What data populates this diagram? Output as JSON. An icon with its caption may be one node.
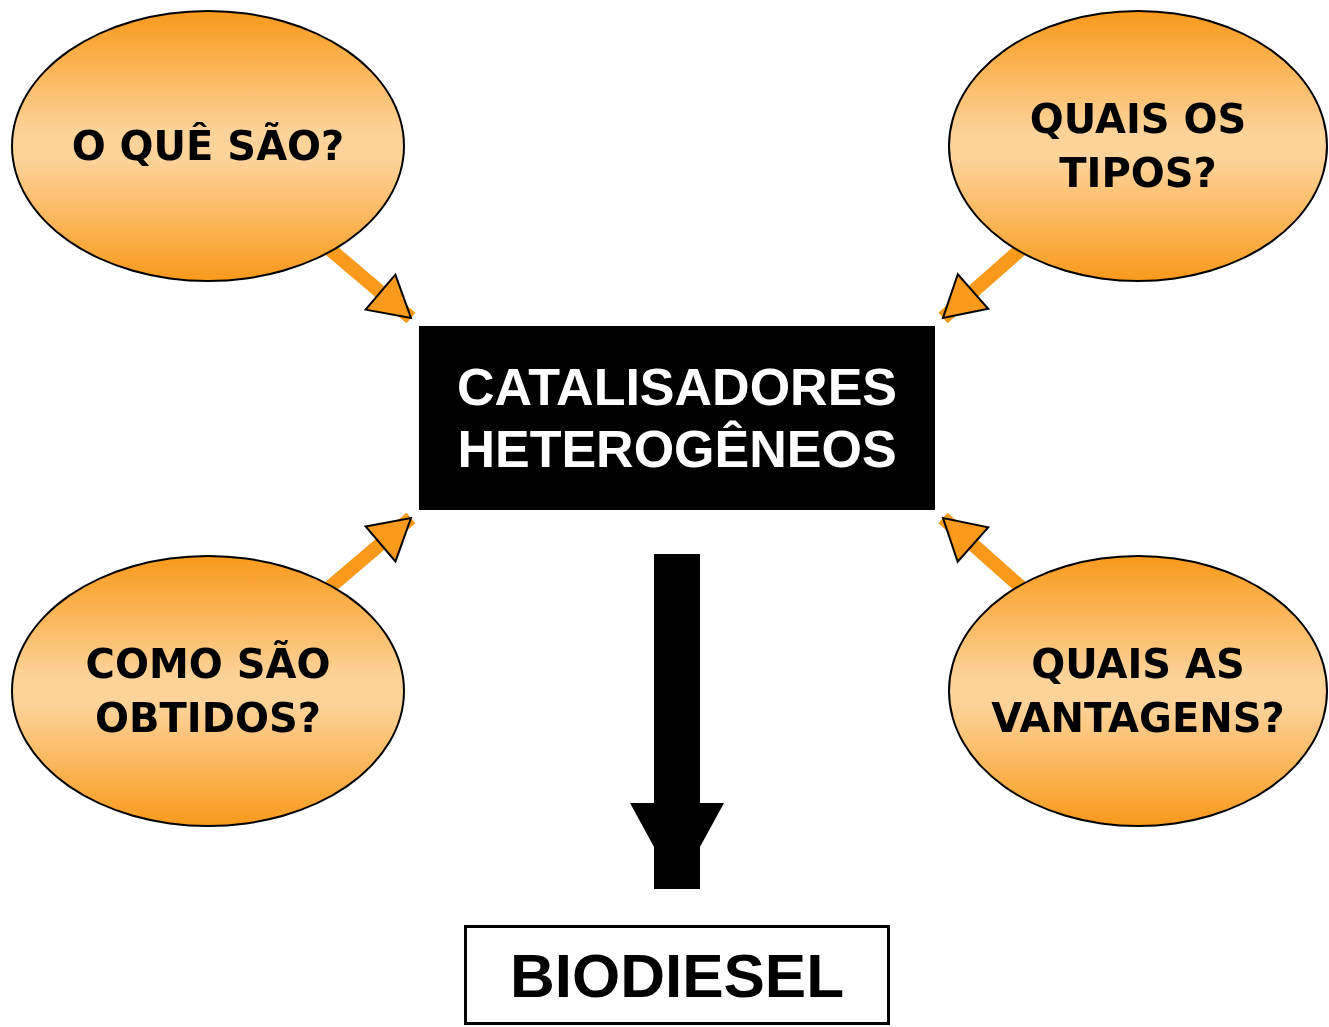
{
  "diagram": {
    "nodes": [
      {
        "text": [
          "O QUÊ SÃO?"
        ]
      },
      {
        "text": [
          "QUAIS OS TIPOS?"
        ]
      },
      {
        "text": [
          "CATALISADORES HETEROGÊNEOS"
        ]
      },
      {
        "text": [
          "COMO SÃO OBTIDOS?"
        ]
      },
      {
        "text": [
          "QUAIS AS VANTAGENS?"
        ]
      },
      {
        "text": [
          "BIODIESEL"
        ]
      }
    ],
    "edges": [
      {
        "from": 0,
        "to": 2,
        "arrow": "to"
      },
      {
        "from": 1,
        "to": 2,
        "arrow": "to"
      },
      {
        "from": 3,
        "to": 2,
        "arrow": "to"
      },
      {
        "from": 4,
        "to": 2,
        "arrow": "to"
      },
      {
        "from": 2,
        "to": 5,
        "arrow": "to",
        "style": "thick",
        "color": "#000000"
      }
    ]
  }
}
